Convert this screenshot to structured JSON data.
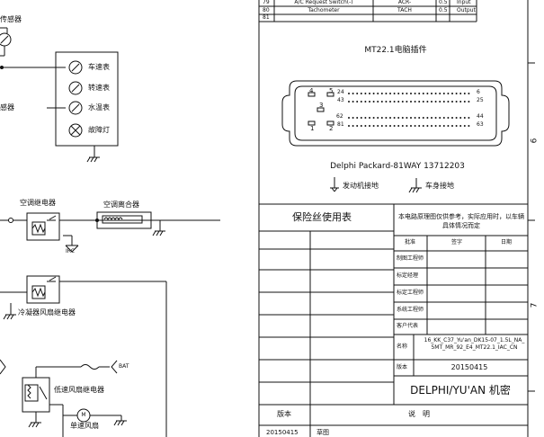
{
  "top_table": {
    "rows": [
      {
        "num": "79",
        "name": "A/C Request Switch(-)",
        "code": "ACR-",
        "val": "0.5",
        "io": "Input"
      },
      {
        "num": "80",
        "name": "Tachometer",
        "code": "TACH",
        "val": "0.5",
        "io": "Output"
      },
      {
        "num": "81",
        "name": "",
        "code": "",
        "val": "",
        "io": ""
      }
    ]
  },
  "left": {
    "sensor_top": "传感器",
    "sensor_mid": "感器",
    "gauges": [
      "车速表",
      "转速表",
      "水温表",
      "故障灯"
    ],
    "ac_relay": "空调继电器",
    "ac_clutch": "空调离合器",
    "irc": "IRC",
    "condenser_relay": "冷凝器风扇继电器",
    "low_fan_relay": "低速风扇继电器",
    "single_fan": "单速风扇",
    "bat": "BAT",
    "motor_symbol": "M"
  },
  "connector": {
    "title": "MT22.1电脑插件",
    "pins": {
      "p4": "4",
      "p5": "5",
      "p24": "24",
      "p6": "6",
      "p43": "43",
      "p25": "25",
      "p3": "3",
      "p62": "62",
      "p44": "44",
      "p1": "1",
      "p2": "2",
      "p81": "81",
      "p63": "63"
    },
    "part": "Delphi Packard-81WAY  13712203",
    "legend_engine": "发动机接地",
    "legend_body": "车身接地"
  },
  "fuse_table": {
    "title": "保险丝使用表"
  },
  "note": "本电路原理图仅供参考，实际应用时，以车辆具体情况而定",
  "approval": {
    "headers": [
      "批准",
      "签字",
      "日期"
    ],
    "rows": [
      "制图工程师",
      "标定经理",
      "标定工程师",
      "系统工程师",
      "客户代表"
    ],
    "name_label": "名称",
    "name_value": "16_KK_C37_Yu'an_DK15-07_1.5L_NA_5MT_MR_92_E4_MT22.1_IAC_CN",
    "version_label": "版本",
    "version_value": "20150415",
    "company": "DELPHI/YU'AN 机密"
  },
  "bottom": {
    "version_header": "版本",
    "desc_header": "说　明",
    "version_value": "20150415",
    "desc_value": "草图"
  },
  "margin_marks": [
    "6",
    "7"
  ]
}
